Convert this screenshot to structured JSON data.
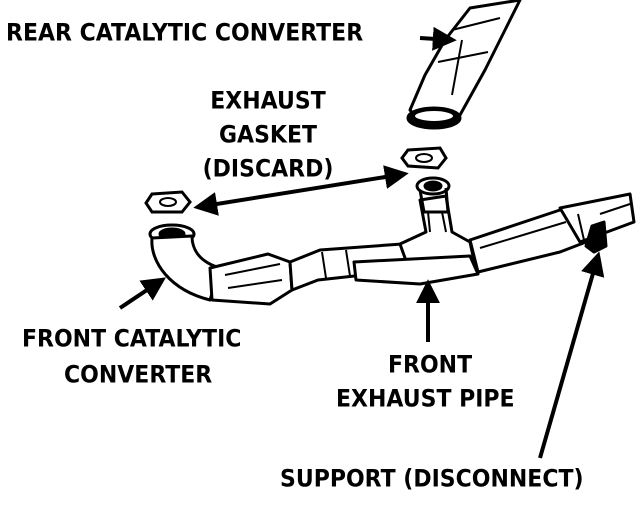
{
  "labels": {
    "rear_catalytic_converter": "REAR CATALYTIC CONVERTER",
    "exhaust_gasket": [
      "EXHAUST",
      "GASKET",
      "(DISCARD)"
    ],
    "front_catalytic_converter": [
      "FRONT CATALYTIC",
      "CONVERTER"
    ],
    "front_exhaust_pipe": [
      "FRONT",
      "EXHAUST PIPE"
    ],
    "support": "SUPPORT (DISCONNECT)"
  },
  "colors": {
    "ink": "#000000",
    "paper": "#ffffff"
  }
}
